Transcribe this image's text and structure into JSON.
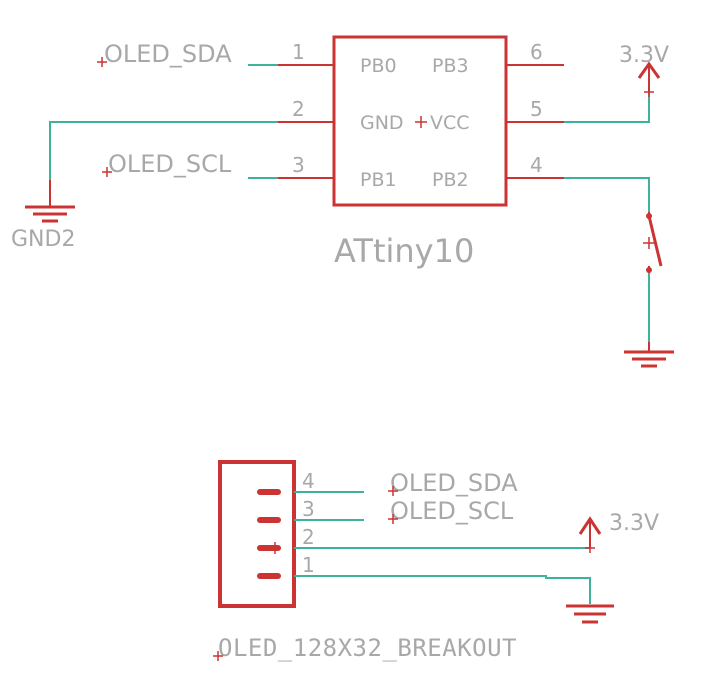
{
  "colors": {
    "wire": "#3cb39a",
    "symbol": "#cc3333",
    "text": "#a8a8a8",
    "background": "#ffffff"
  },
  "mcu": {
    "name": "ATtiny10",
    "pins_left": [
      {
        "num": "1",
        "name": "PB0",
        "net": "OLED_SDA"
      },
      {
        "num": "2",
        "name": "GND",
        "net": "GND2"
      },
      {
        "num": "3",
        "name": "PB1",
        "net": "OLED_SCL"
      }
    ],
    "pins_right": [
      {
        "num": "6",
        "name": "PB3",
        "net": ""
      },
      {
        "num": "5",
        "name": "VCC",
        "net": "3.3V"
      },
      {
        "num": "4",
        "name": "PB2",
        "net": "switch"
      }
    ]
  },
  "nets": {
    "sda_top": "OLED_SDA",
    "scl_top": "OLED_SCL",
    "vcc_top": "3.3V",
    "gnd_left": "GND2",
    "sda_bottom": "OLED_SDA",
    "scl_bottom": "OLED_SCL",
    "vcc_bottom": "3.3V"
  },
  "connector": {
    "name": "OLED_128X32_BREAKOUT",
    "pins": [
      "4",
      "3",
      "2",
      "1"
    ]
  }
}
